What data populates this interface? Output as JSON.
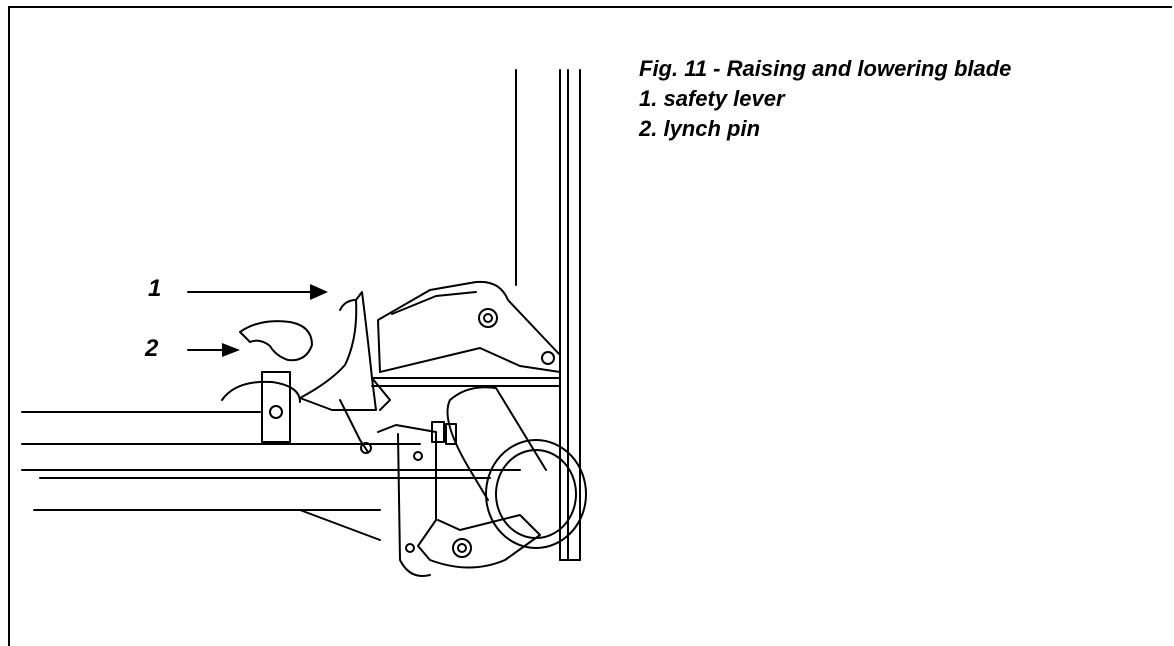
{
  "figure": {
    "caption_title": "Fig. 11 - Raising and lowering blade",
    "legend": [
      "1. safety lever",
      "2. lynch pin"
    ],
    "callouts": [
      {
        "number": "1",
        "target": "safety lever"
      },
      {
        "number": "2",
        "target": "lynch pin"
      }
    ]
  },
  "colors": {
    "ink": "#000000",
    "paper": "#ffffff"
  }
}
